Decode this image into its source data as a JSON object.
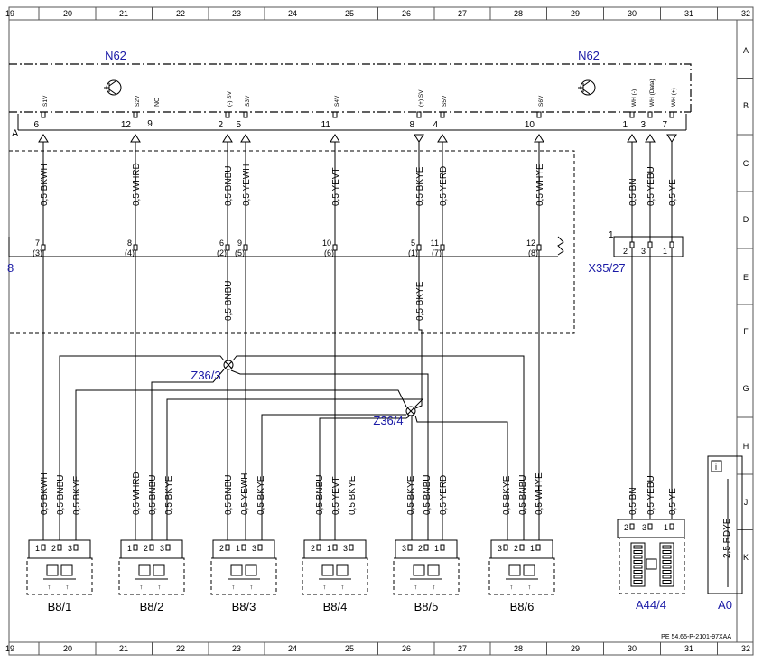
{
  "grid": {
    "cols": [
      "19",
      "20",
      "21",
      "22",
      "23",
      "24",
      "25",
      "26",
      "27",
      "28",
      "29",
      "30",
      "31",
      "32"
    ],
    "rows": [
      "A",
      "B",
      "C",
      "D",
      "E",
      "F",
      "G",
      "H",
      "J",
      "K"
    ]
  },
  "modules": {
    "n62_left": "N62",
    "n62_right": "N62",
    "row_label": "A",
    "nc": "NC",
    "connector_8": "8",
    "x35": "X35/27",
    "x35_pin": "1",
    "z36_3": "Z36/3",
    "z36_4": "Z36/4",
    "a0": "A0",
    "a0_wire": "2,5 RDYE",
    "a0_icon": "info-icon",
    "a44": "A44/4",
    "footer": "PE 54.65-P-2101-97XAA"
  },
  "n62_pins": [
    {
      "pin": "6",
      "sig": "S1V",
      "wire": "0,5 BKWH",
      "lower": "7",
      "lower_sub": "(3)"
    },
    {
      "pin": "12",
      "sig": "S2V",
      "wire": "0,5 WHRD",
      "lower": "8",
      "lower_sub": "(4)"
    },
    {
      "pin": "2",
      "sig": "(-) SV",
      "wire": "0,5 BNBU",
      "lower": "6",
      "lower_sub": "(2)"
    },
    {
      "pin": "5",
      "sig": "S3V",
      "wire": "0,5 YEWH",
      "lower": "9",
      "lower_sub": "(5)"
    },
    {
      "pin": "11",
      "sig": "S4V",
      "wire": "0,5 YEVT",
      "lower": "10",
      "lower_sub": "(6)"
    },
    {
      "pin": "8",
      "sig": "(+) SV",
      "wire": "0,5 BKYE",
      "lower": "5",
      "lower_sub": "(1)"
    },
    {
      "pin": "4",
      "sig": "S5V",
      "wire": "0,5 YERD",
      "lower": "11",
      "lower_sub": "(7)"
    },
    {
      "pin": "10",
      "sig": "S6V",
      "wire": "0,5 WHYE",
      "lower": "12",
      "lower_sub": "(8)"
    }
  ],
  "nc_pin": "9",
  "right_pins": [
    {
      "pin": "1",
      "sig": "WH (-)",
      "wire": "0,5 BN",
      "lower": "2"
    },
    {
      "pin": "3",
      "sig": "WH (Data)",
      "wire": "0,5 YEBU",
      "lower": "3"
    },
    {
      "pin": "7",
      "sig": "WH (+)",
      "wire": "0,5 YE",
      "lower": "1"
    }
  ],
  "mid_wires": {
    "bnbu": "0,5 BNBU",
    "bkye": "0,5 BKYE"
  },
  "sensors": [
    {
      "name": "B8/1",
      "pins": [
        "1",
        "2",
        "3"
      ],
      "wires": [
        "0,5 BKWH",
        "0,5 BNBU",
        "0,5 BKYE"
      ]
    },
    {
      "name": "B8/2",
      "pins": [
        "1",
        "2",
        "3"
      ],
      "wires": [
        "0,5 WHRD",
        "0,5 BNBU",
        "0,5 BKYE"
      ]
    },
    {
      "name": "B8/3",
      "pins": [
        "2",
        "1",
        "3"
      ],
      "wires": [
        "0,5 BNBU",
        "0,5 YEWH",
        "0,5 BKYE"
      ]
    },
    {
      "name": "B8/4",
      "pins": [
        "2",
        "1",
        "3"
      ],
      "wires": [
        "0,5 BNBU",
        "0,5 YEVT",
        "0,5 BKYE"
      ]
    },
    {
      "name": "B8/5",
      "pins": [
        "3",
        "2",
        "1"
      ],
      "wires": [
        "0,5 BKYE",
        "0,5 BNBU",
        "0,5 YERD"
      ]
    },
    {
      "name": "B8/6",
      "pins": [
        "3",
        "2",
        "1"
      ],
      "wires": [
        "0,5 BKYE",
        "0,5 BNBU",
        "0,5 WHYE"
      ]
    }
  ],
  "a44_wires": [
    "0,5 BN",
    "0,5 YEBU",
    "0,5 YE"
  ],
  "a44_pins": [
    "2",
    "3",
    "1"
  ]
}
